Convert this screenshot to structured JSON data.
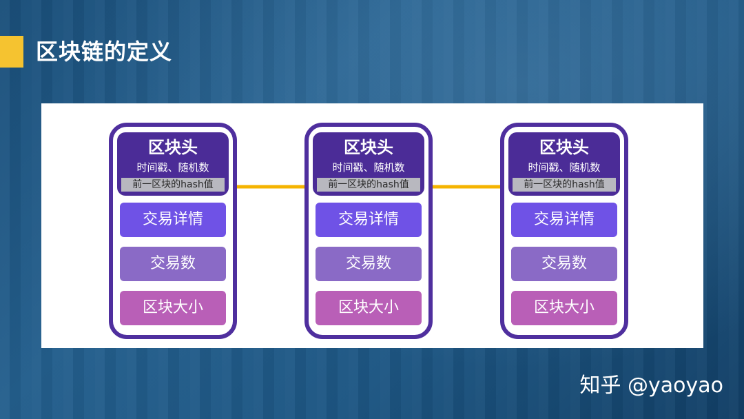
{
  "slide": {
    "title": "区块链的定义",
    "watermark": "知乎 @yaoyao",
    "accent_color": "#f5c330"
  },
  "diagram": {
    "blocks": [
      {
        "header_title": "区块头",
        "header_sub": "时间戳、随机数",
        "hash_label": "前一区块的hash值",
        "rows": [
          "交易详情",
          "交易数",
          "区块大小"
        ]
      },
      {
        "header_title": "区块头",
        "header_sub": "时间戳、随机数",
        "hash_label": "前一区块的hash值",
        "rows": [
          "交易详情",
          "交易数",
          "区块大小"
        ]
      },
      {
        "header_title": "区块头",
        "header_sub": "时间戳、随机数",
        "hash_label": "前一区块的hash值",
        "rows": [
          "交易详情",
          "交易数",
          "区块大小"
        ]
      }
    ],
    "arrow_color": "#f5b400",
    "block_border_color": "#4f2f9e"
  }
}
